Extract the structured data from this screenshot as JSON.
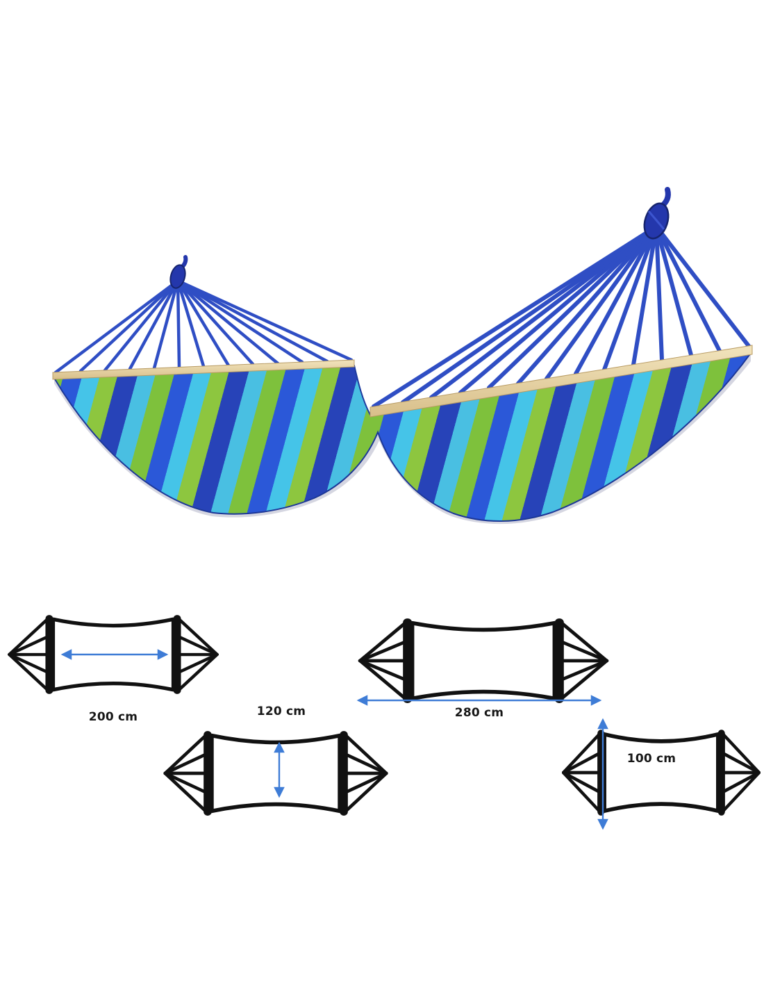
{
  "page": {
    "title": "Hammock product photo with dimension diagrams"
  },
  "photo": {
    "name": "blue-green striped hammock with wooden spreader bars and gathered rope ends",
    "colors": {
      "rope": "#2f4ec4",
      "knot": "#2437ac",
      "wood": "#ead9ad",
      "stripes": [
        "#7ec13c",
        "#2b58d8",
        "#45c4e8",
        "#8dc63f",
        "#2743b8",
        "#49bfe2"
      ]
    }
  },
  "diagrams": {
    "arrow_color": "#3e7cd6",
    "outline_color": "#111111",
    "bed_length": {
      "label": "200 cm"
    },
    "bed_width": {
      "label": "120 cm"
    },
    "total_length": {
      "label": "280 cm"
    },
    "height": {
      "label": "100 cm"
    }
  }
}
